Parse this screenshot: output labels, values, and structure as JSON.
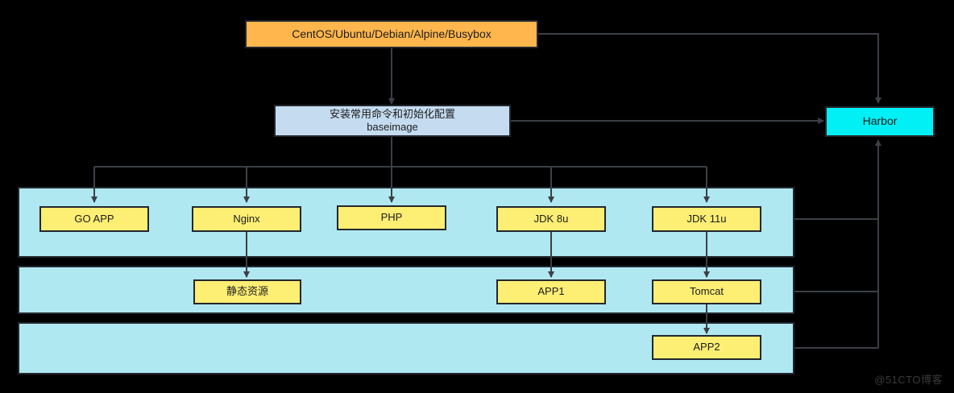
{
  "diagram": {
    "title": "Docker image layering / Harbor registry flow",
    "background_color": "#000000",
    "watermark": "@51CTO博客",
    "colors": {
      "os_box": "#ffb64d",
      "base_box": "#c5dcf0",
      "registry_box": "#00f0f5",
      "app_box": "#fdee74",
      "panel": "#b0e8f2",
      "border": "#23272e",
      "connector": "#3b3f46"
    },
    "nodes": {
      "os": {
        "label": "CentOS/Ubuntu/Debian/Alpine/Busybox"
      },
      "baseimage": {
        "line1": "安装常用命令和初始化配置",
        "line2": "baseimage"
      },
      "harbor": {
        "label": "Harbor"
      },
      "layer1": [
        {
          "label": "GO APP"
        },
        {
          "label": "Nginx"
        },
        {
          "label": "PHP"
        },
        {
          "label": "JDK 8u"
        },
        {
          "label": "JDK 11u"
        }
      ],
      "layer2": [
        {
          "label": "静态资源"
        },
        {
          "label": "APP1"
        },
        {
          "label": "Tomcat"
        }
      ],
      "layer3": [
        {
          "label": "APP2"
        }
      ]
    }
  }
}
